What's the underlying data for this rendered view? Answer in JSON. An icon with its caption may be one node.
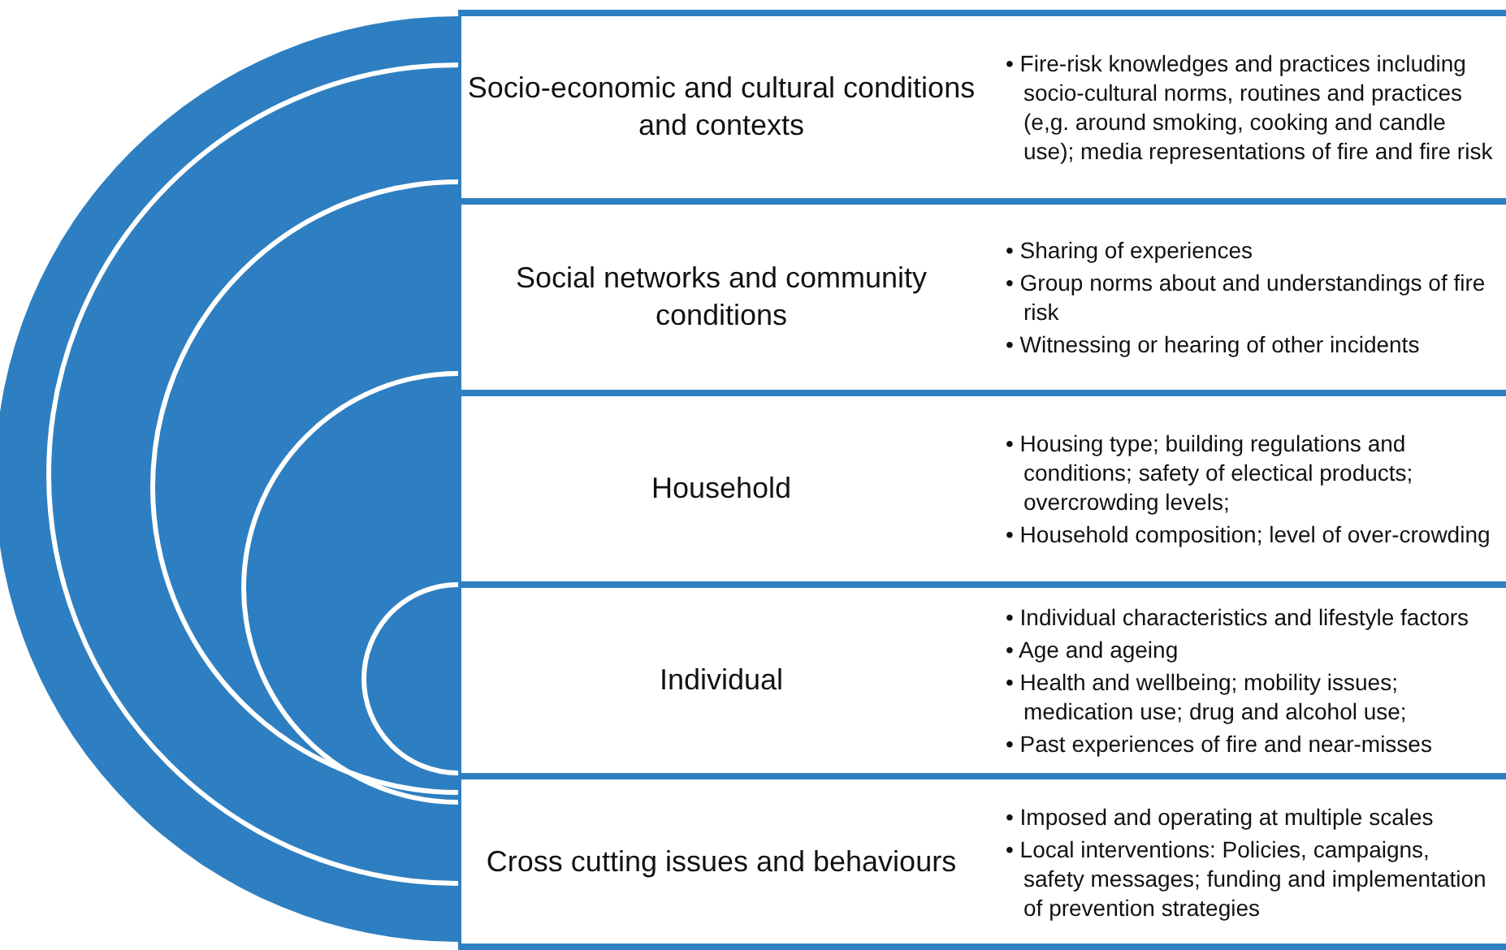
{
  "diagram": {
    "nodes": [
      {
        "text": [
          "Socio-economic and cultural conditions and contexts",
          "• Fire-risk knowledges and practices including socio-cultural norms, routines and practices (e,g. around smoking, cooking and candle use); media representations of fire and fire risk"
        ]
      },
      {
        "text": [
          "Social networks and community conditions",
          "• Sharing of experiences",
          "• Group norms  about and understandings of fire risk",
          "• Witnessing or hearing of other incidents"
        ]
      },
      {
        "text": [
          "Household",
          "• Housing type; building regulations and conditions;  safety of electical products; overcrowding levels;",
          "• Household composition; level of over-crowding"
        ]
      },
      {
        "text": [
          "Individual",
          "• Individual characteristics and lifestyle factors",
          "• Age and ageing",
          "• Health and wellbeing; mobility issues; medication use; drug and alcohol use;",
          "• Past experiences of fire and near-misses"
        ]
      },
      {
        "text": [
          "Cross cutting issues and behaviours",
          "• Imposed and operating at multiple scales",
          "• Local interventions: Policies, campaigns, safety messages; funding and implementation of prevention strategies"
        ]
      }
    ]
  }
}
